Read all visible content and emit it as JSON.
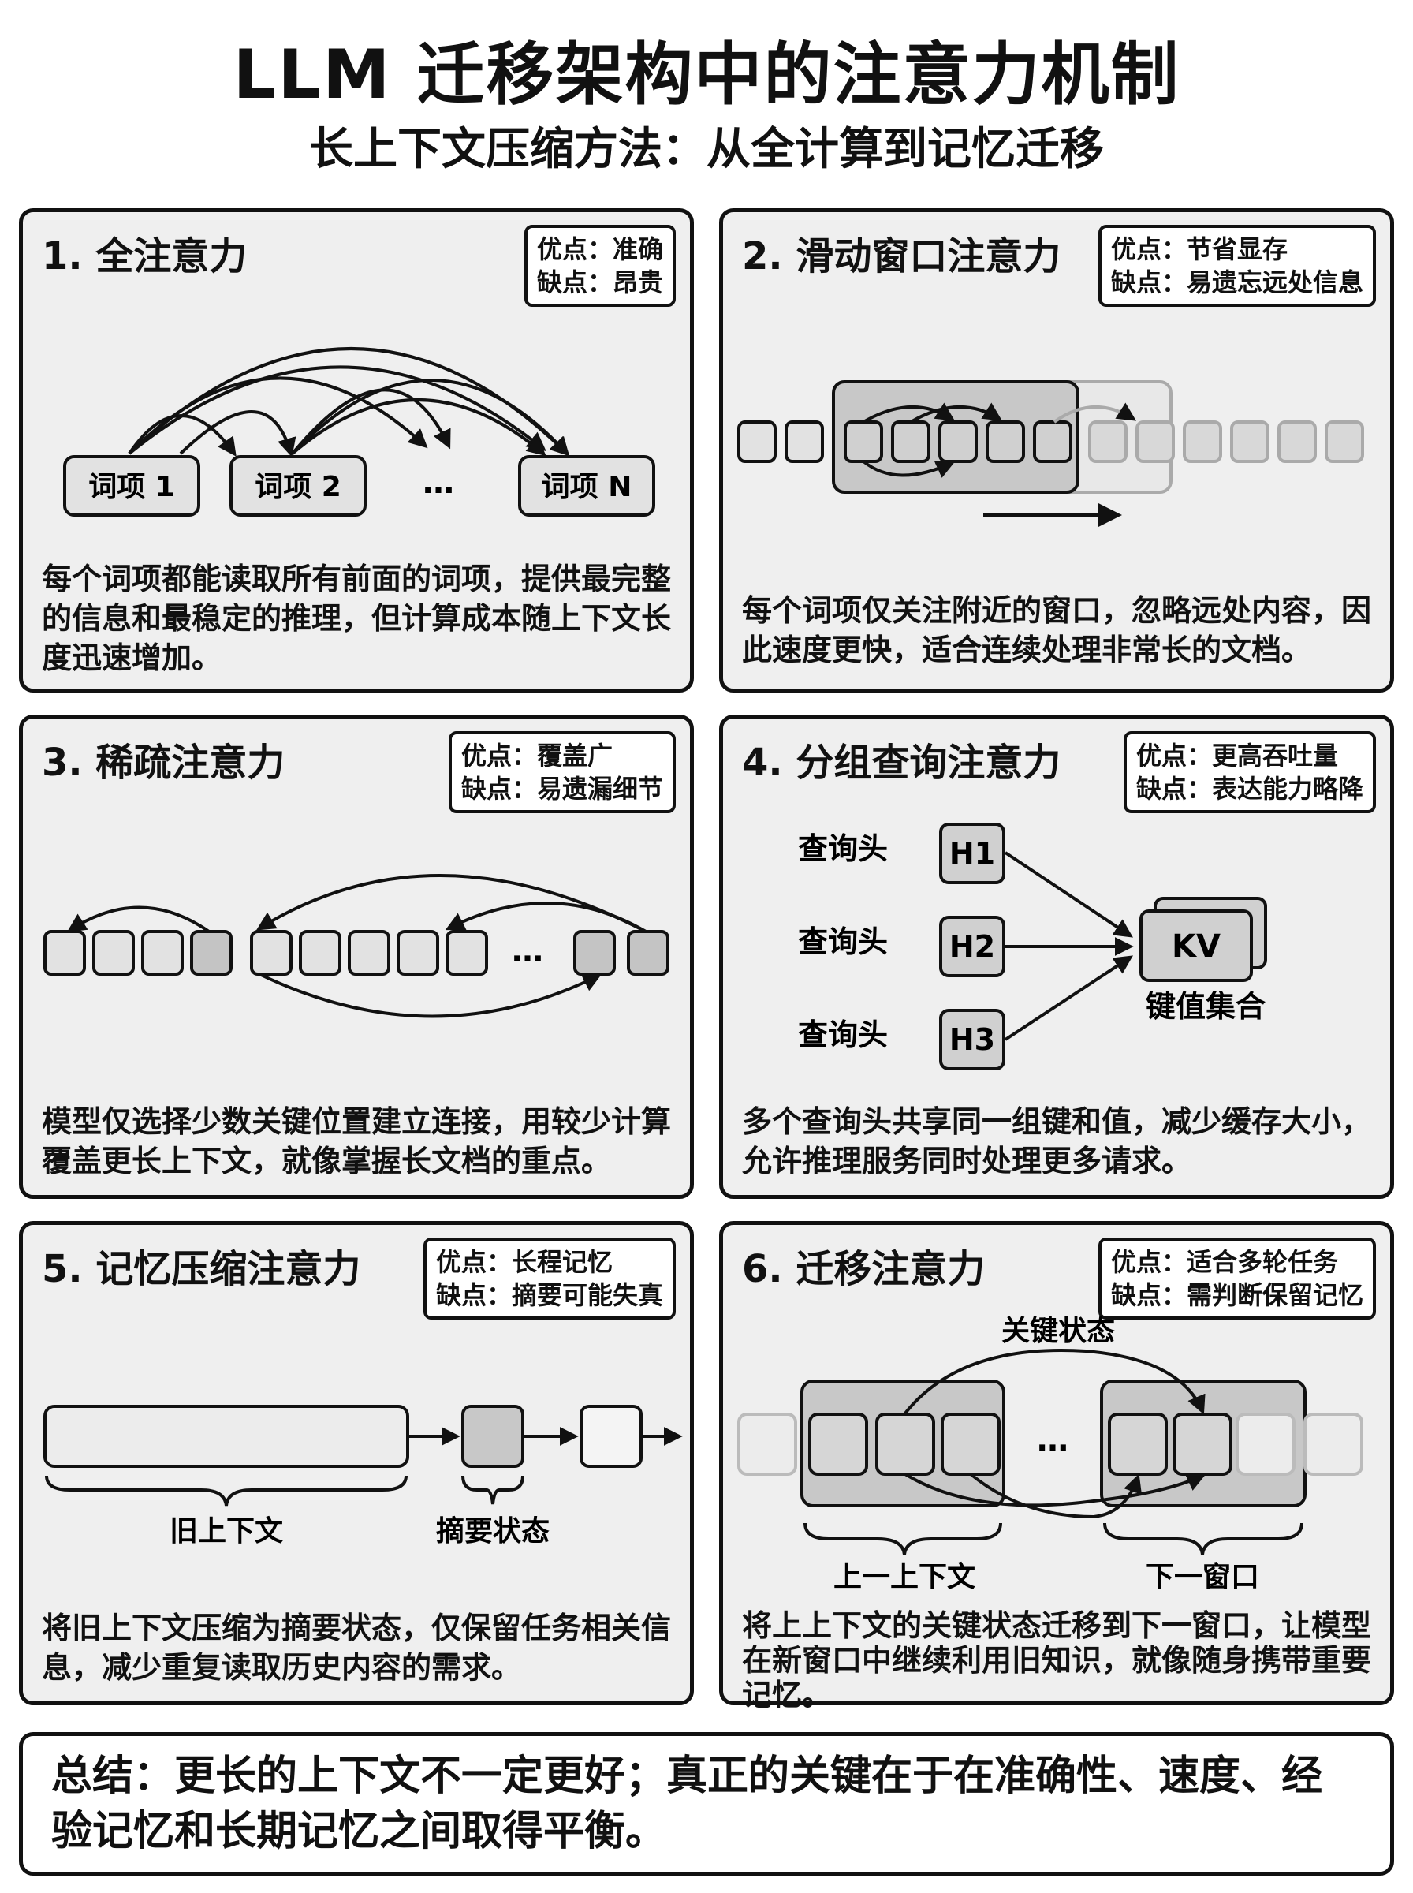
{
  "header": {
    "title": "LLM 迁移架构中的注意力机制",
    "subtitle": "长上下文压缩方法：从全计算到记忆迁移"
  },
  "panels": [
    {
      "title": "1. 全注意力",
      "pros": "优点：准确",
      "cons": "缺点：昂贵",
      "tokens": [
        "词项 1",
        "词项 2",
        "…",
        "词项 N"
      ],
      "description": "每个词项都能读取所有前面的词项，提供最完整的信息和最稳定的推理，但计算成本随上下文长度迅速增加。"
    },
    {
      "title": "2. 滑动窗口注意力",
      "pros": "优点：节省显存",
      "cons": "缺点：易遗忘远处信息",
      "description": "每个词项仅关注附近的窗口，忽略远处内容，因此速度更快，适合连续处理非常长的文档。"
    },
    {
      "title": "3. 稀疏注意力",
      "pros": "优点：覆盖广",
      "cons": "缺点：易遗漏细节",
      "ellipsis": "…",
      "description": "模型仅选择少数关键位置建立连接，用较少计算覆盖更长上下文，就像掌握长文档的重点。"
    },
    {
      "title": "4. 分组查询注意力",
      "pros": "优点：更高吞吐量",
      "cons": "缺点：表达能力略降",
      "heads": [
        {
          "label": "查询头",
          "name": "H1"
        },
        {
          "label": "查询头",
          "name": "H2"
        },
        {
          "label": "查询头",
          "name": "H3"
        }
      ],
      "kv": "KV",
      "kv_caption": "键值集合",
      "description": "多个查询头共享同一组键和值，减少缓存大小，允许推理服务同时处理更多请求。"
    },
    {
      "title": "5. 记忆压缩注意力",
      "pros": "优点：长程记忆",
      "cons": "缺点：摘要可能失真",
      "old_context_label": "旧上下文",
      "summary_state_label": "摘要状态",
      "description": "将旧上下文压缩为摘要状态，仅保留任务相关信息，减少重复读取历史内容的需求。"
    },
    {
      "title": "6. 迁移注意力",
      "pros": "优点：适合多轮任务",
      "cons": "缺点：需判断保留记忆",
      "key_state_label": "关键状态",
      "ellipsis": "…",
      "prev_context_label": "上一上下文",
      "next_window_label": "下一窗口",
      "description": "将上上下文的关键状态迁移到下一窗口，让模型在新窗口中继续利用旧知识，就像随身携带重要记忆。"
    }
  ],
  "footer": {
    "summary": "总结：更长的上下文不一定更好；真正的关键在于在准确性、速度、经验记忆和长期记忆之间取得平衡。"
  }
}
